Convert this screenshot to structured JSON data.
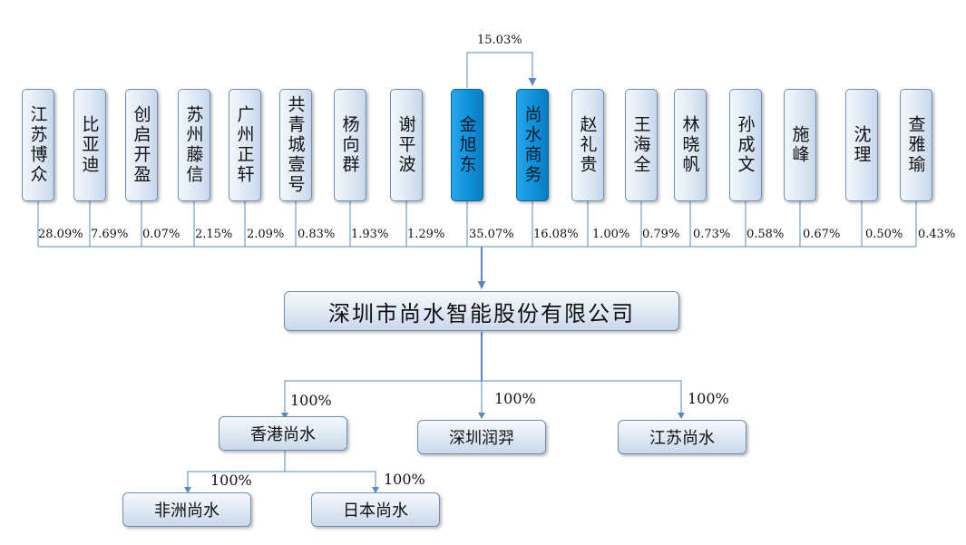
{
  "colors": {
    "line": "#5b88c3",
    "box_border": "#6f8fb4",
    "highlight": "#129be0"
  },
  "shareholders": [
    {
      "name": "江苏博众",
      "pct": "28.09%",
      "highlight": false
    },
    {
      "name": "比亚迪",
      "pct": "7.69%",
      "highlight": false
    },
    {
      "name": "创启开盈",
      "pct": "0.07%",
      "highlight": false
    },
    {
      "name": "苏州藤信",
      "pct": "2.15%",
      "highlight": false
    },
    {
      "name": "广州正轩",
      "pct": "2.09%",
      "highlight": false
    },
    {
      "name": "共青城壹号",
      "pct": "0.83%",
      "highlight": false
    },
    {
      "name": "杨向群",
      "pct": "1.93%",
      "highlight": false
    },
    {
      "name": "谢平波",
      "pct": "1.29%",
      "highlight": false
    },
    {
      "name": "金旭东",
      "pct": "35.07%",
      "highlight": true
    },
    {
      "name": "尚水商务",
      "pct": "16.08%",
      "highlight": true
    },
    {
      "name": "赵礼贵",
      "pct": "1.00%",
      "highlight": false
    },
    {
      "name": "王海全",
      "pct": "0.79%",
      "highlight": false
    },
    {
      "name": "林晓帆",
      "pct": "0.73%",
      "highlight": false
    },
    {
      "name": "孙成文",
      "pct": "0.58%",
      "highlight": false
    },
    {
      "name": "施峰",
      "pct": "0.67%",
      "highlight": false
    },
    {
      "name": "沈理",
      "pct": "0.50%",
      "highlight": false
    },
    {
      "name": "查雅瑜",
      "pct": "0.43%",
      "highlight": false
    }
  ],
  "top_link_pct": "15.03%",
  "company": "深圳市尚水智能股份有限公司",
  "subsidiaries": [
    {
      "name": "香港尚水",
      "pct": "100%"
    },
    {
      "name": "深圳润羿",
      "pct": "100%"
    },
    {
      "name": "江苏尚水",
      "pct": "100%"
    }
  ],
  "second_level": [
    {
      "name": "非洲尚水",
      "pct": "100%"
    },
    {
      "name": "日本尚水",
      "pct": "100%"
    }
  ]
}
